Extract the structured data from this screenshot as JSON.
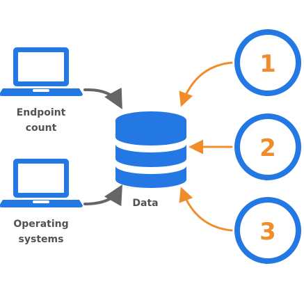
{
  "diagram": {
    "endpoints": [
      {
        "label_lines": [
          "Endpoint",
          "count"
        ]
      },
      {
        "label_lines": [
          "Operating",
          "systems"
        ]
      }
    ],
    "data_label": "Data",
    "sources": [
      "1",
      "2",
      "3"
    ]
  },
  "colors": {
    "blue": "#2378e4",
    "orange": "#f08d2b",
    "gray_arrow": "#666666",
    "label_text": "#525252"
  },
  "icons": {
    "endpoint_1": "laptop-icon",
    "endpoint_2": "laptop-icon",
    "store": "database-icon"
  }
}
